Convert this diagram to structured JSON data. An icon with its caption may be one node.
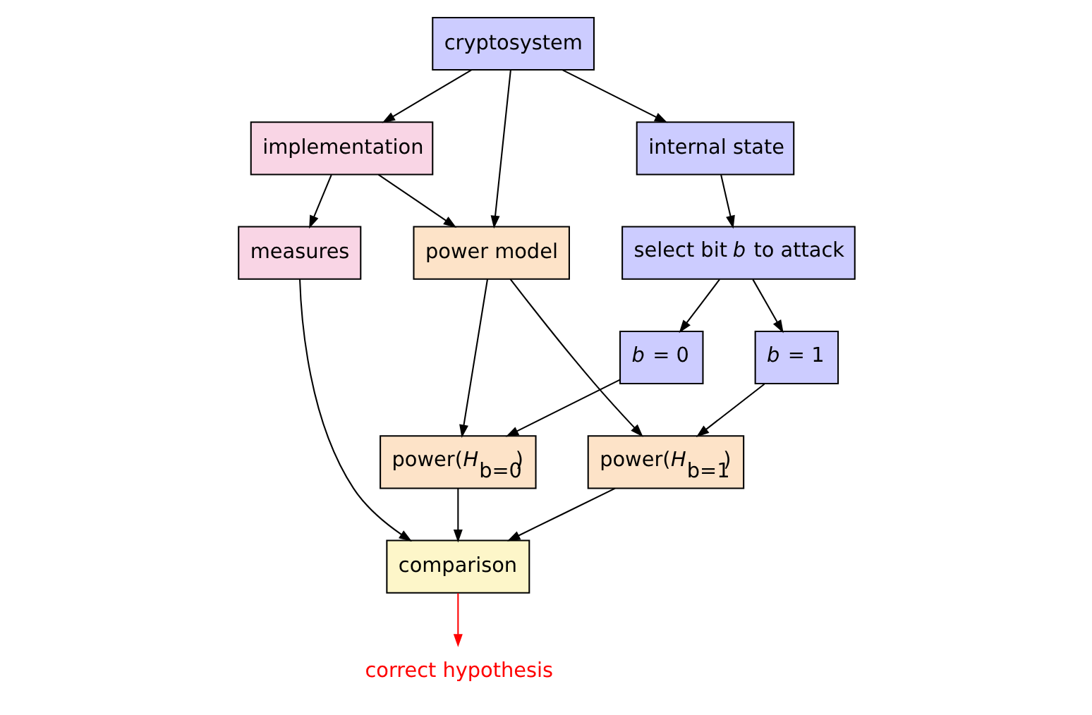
{
  "diagram": {
    "nodes": [
      {
        "text": [
          "cryptosystem"
        ]
      },
      {
        "text": [
          "internal state"
        ]
      },
      {
        "text": [
          "select bit *b* to attack"
        ]
      },
      {
        "text": [
          "implementation"
        ]
      },
      {
        "text": [
          "power model"
        ]
      },
      {
        "text": [
          "measures"
        ]
      },
      {
        "text": [
          "*b* = 1"
        ]
      },
      {
        "text": [
          "*b* = 0"
        ]
      },
      {
        "text": [
          "power(*H*$_{b=1}$)"
        ]
      },
      {
        "text": [
          "power(*H*$_{b=0}$)"
        ]
      },
      {
        "text": [
          "comparison"
        ]
      },
      {
        "text": [
          "correct hypothesis"
        ]
      }
    ],
    "edges": [
      {
        "from": 0,
        "to": 1,
        "arrow": "to"
      },
      {
        "from": 0,
        "to": 4,
        "arrow": "to"
      },
      {
        "from": 0,
        "to": 3,
        "arrow": "to"
      },
      {
        "from": 3,
        "to": 4,
        "arrow": "to"
      },
      {
        "from": 3,
        "to": 5,
        "arrow": "to"
      },
      {
        "from": 1,
        "to": 2,
        "arrow": "to"
      },
      {
        "from": 2,
        "to": 6,
        "arrow": "to"
      },
      {
        "from": 2,
        "to": 7,
        "arrow": "to"
      },
      {
        "from": 4,
        "to": 8,
        "arrow": "to"
      },
      {
        "from": 4,
        "to": 9,
        "arrow": "to"
      },
      {
        "from": 6,
        "to": 8,
        "arrow": "to"
      },
      {
        "from": 7,
        "to": 9,
        "arrow": "to"
      },
      {
        "from": 8,
        "to": 10,
        "arrow": "to"
      },
      {
        "from": 9,
        "to": 10,
        "arrow": "to"
      },
      {
        "from": 5,
        "to": 10,
        "arrow": "to"
      },
      {
        "from": 10,
        "to": 11,
        "arrow": "to",
        "color": "#ff0000"
      }
    ]
  }
}
